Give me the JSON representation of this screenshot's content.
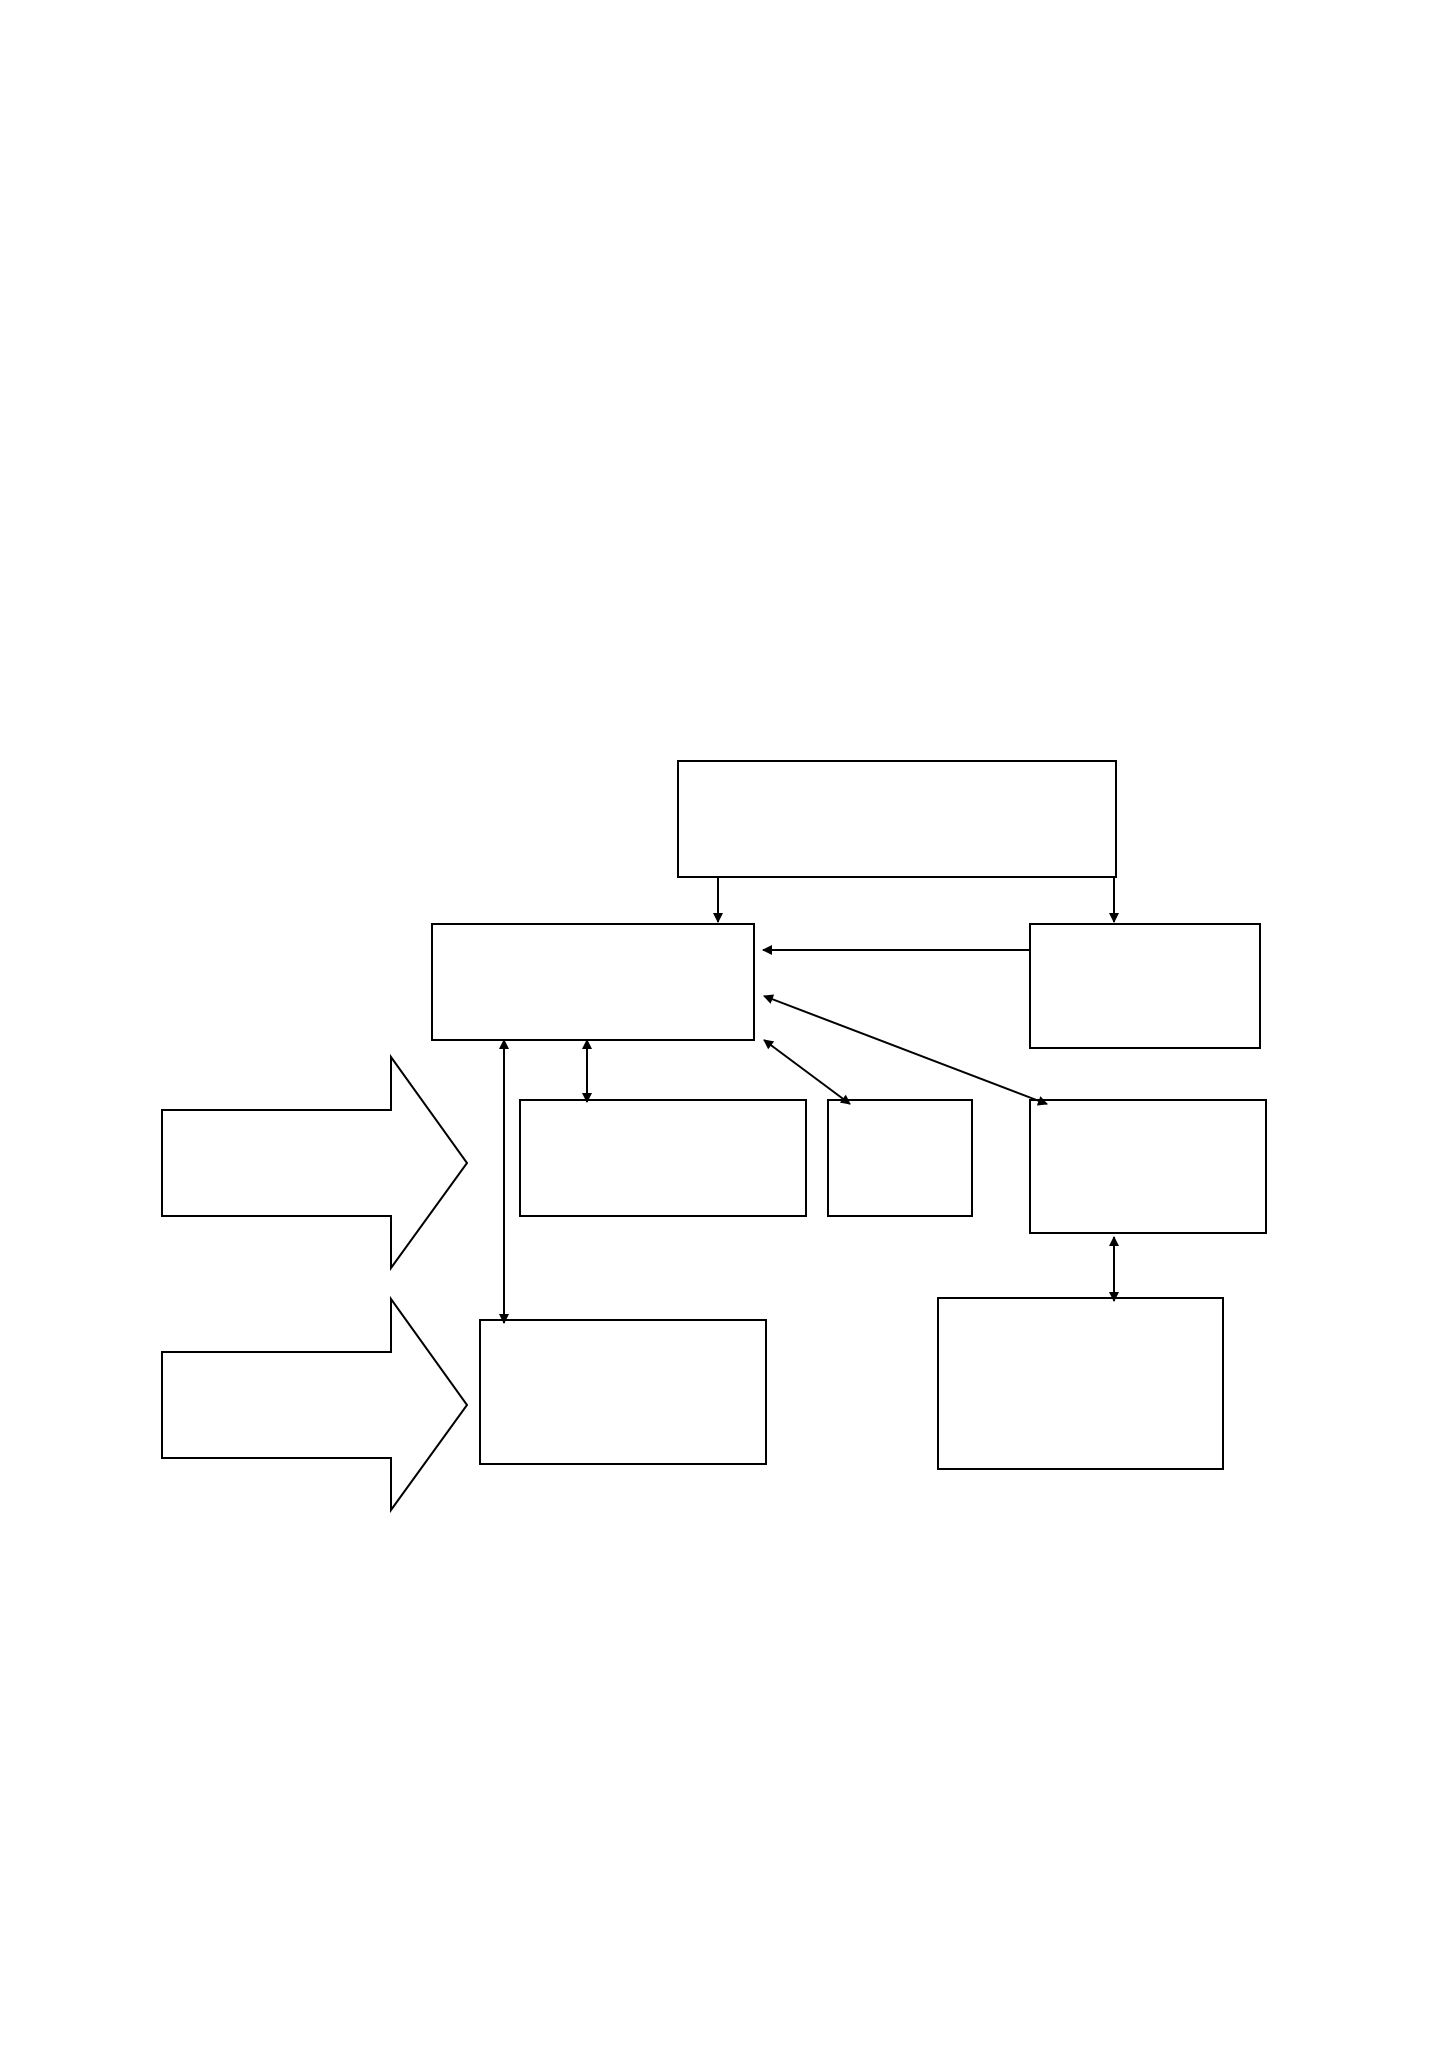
{
  "diagram": {
    "colors": {
      "stroke": "#000000",
      "background": "#ffffff",
      "box_fill": "#ffffff",
      "arrow_fill": "#ffffff"
    },
    "nodes": [
      {
        "id": "top-box",
        "label": ""
      },
      {
        "id": "center-box",
        "label": ""
      },
      {
        "id": "right-upper-box",
        "label": ""
      },
      {
        "id": "middle-wide-box",
        "label": ""
      },
      {
        "id": "middle-small-box",
        "label": ""
      },
      {
        "id": "right-middle-box",
        "label": ""
      },
      {
        "id": "lower-left-box",
        "label": ""
      },
      {
        "id": "lower-right-box",
        "label": ""
      }
    ],
    "block_arrows": [
      {
        "id": "upper-block-arrow",
        "label": ""
      },
      {
        "id": "lower-block-arrow",
        "label": ""
      }
    ],
    "connectors": [
      {
        "from": "top-box",
        "to": "center-box",
        "direction": "one-way"
      },
      {
        "from": "top-box",
        "to": "right-upper-box",
        "direction": "one-way"
      },
      {
        "from": "right-upper-box",
        "to": "center-box",
        "direction": "one-way"
      },
      {
        "from": "center-box",
        "to": "middle-wide-box",
        "direction": "two-way"
      },
      {
        "from": "center-box",
        "to": "middle-small-box",
        "direction": "two-way"
      },
      {
        "from": "center-box",
        "to": "right-middle-box",
        "direction": "two-way"
      },
      {
        "from": "center-box",
        "to": "lower-left-box",
        "direction": "two-way"
      },
      {
        "from": "right-middle-box",
        "to": "lower-right-box",
        "direction": "two-way"
      }
    ]
  }
}
